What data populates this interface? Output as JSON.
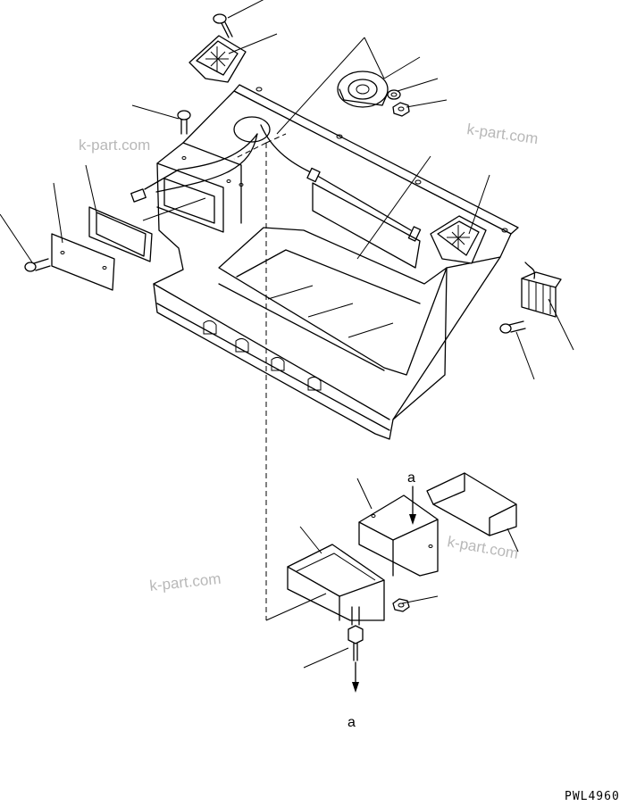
{
  "watermarks": [
    "k-part.com",
    "k-part.com",
    "k-part.com",
    "k-part.com"
  ],
  "view_labels": {
    "top": "a",
    "bottom": "a"
  },
  "drawing_code": "PWL4960"
}
